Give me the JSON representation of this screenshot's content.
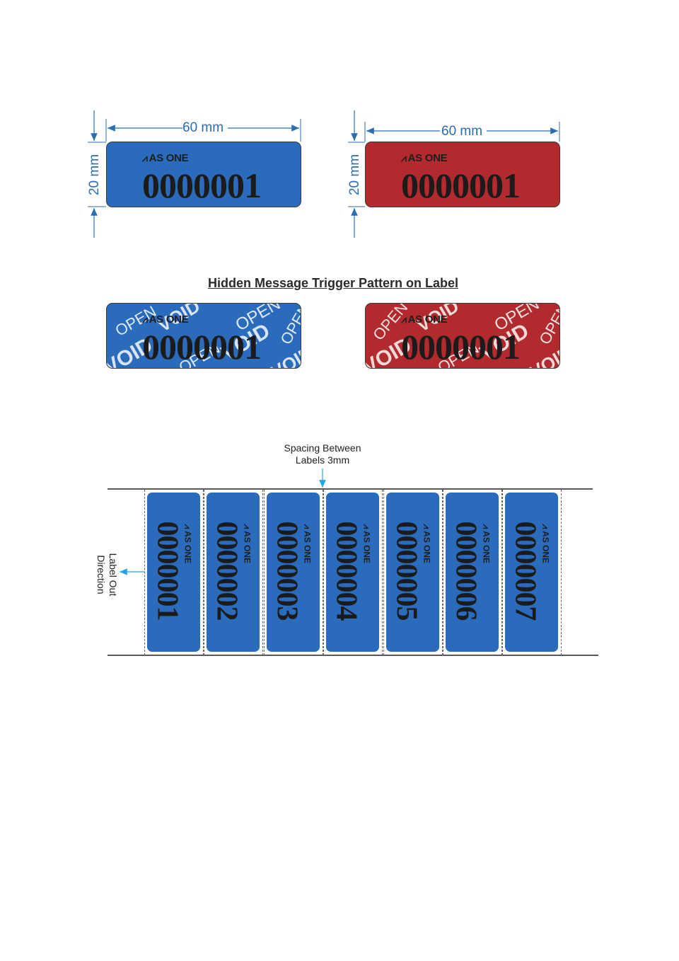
{
  "dimensions": {
    "width_label": "60 mm",
    "height_label": "20 mm"
  },
  "label": {
    "brand": "AS ONE",
    "serial": "0000001"
  },
  "colors": {
    "blue": "#2a6cbb",
    "red": "#b02a2e",
    "dim": "#2a6db3",
    "arrow": "#1ea6e6"
  },
  "pattern_heading": "Hidden Message Trigger Pattern on Label",
  "pattern_words": {
    "void": "VOID",
    "open": "OPEN"
  },
  "strip": {
    "spacing_note_line1": "Spacing Between",
    "spacing_note_line2": "Labels 3mm",
    "direction_line1": "Label Out",
    "direction_line2": "Direction",
    "serials": [
      "0000001",
      "0000002",
      "0000003",
      "0000004",
      "0000005",
      "0000006",
      "0000007"
    ]
  }
}
